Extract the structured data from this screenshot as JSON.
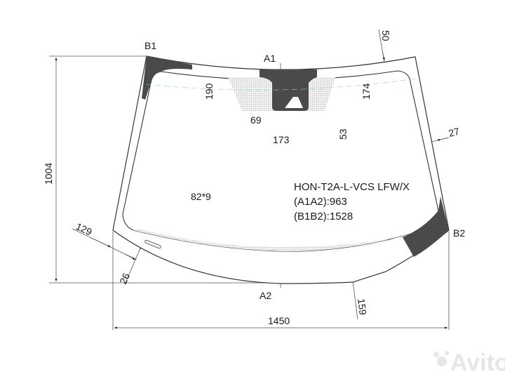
{
  "points": {
    "b1": "B1",
    "a1": "A1",
    "a2": "A2",
    "b2": "B2"
  },
  "dimensions": {
    "top_edge": "50",
    "sensor_height_left": "190",
    "sensor_height_right": "174",
    "sensor_offset": "69",
    "sensor_width": "173",
    "sensor_gap": "53",
    "side_band": "27",
    "height": "1004",
    "heater": "82*9",
    "bottom_left": "129",
    "bottom_offset": "26",
    "bottom_band": "159",
    "width": "1450"
  },
  "info": {
    "part_code": "HON-T2A-L-VCS LFW/X",
    "a1a2": "(A1A2):963",
    "b1b2": "(B1B2):1528"
  },
  "watermark": "Avito",
  "colors": {
    "line": "#333333",
    "frit": "#4a4a4a",
    "dots": "#d8d8d8"
  }
}
